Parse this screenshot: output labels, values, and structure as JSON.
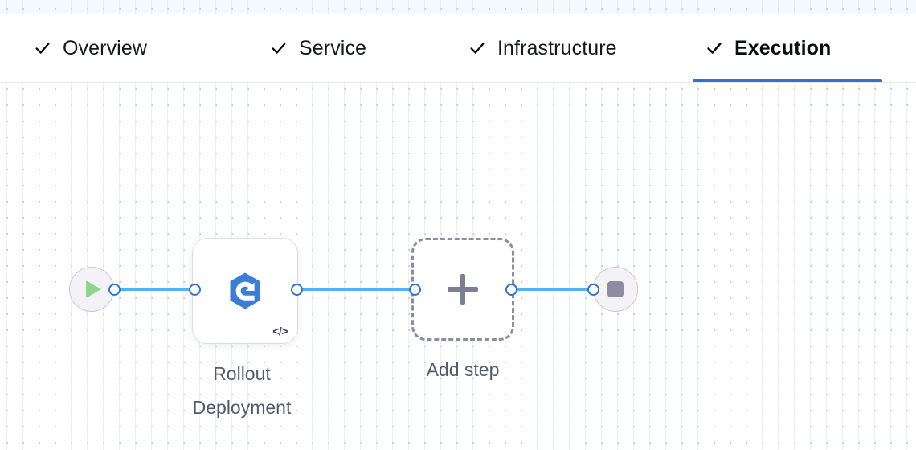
{
  "tabs": [
    {
      "label": "Overview",
      "icon": "check-icon",
      "active": false,
      "complete": true
    },
    {
      "label": "Service",
      "icon": "check-icon",
      "active": false,
      "complete": true
    },
    {
      "label": "Infrastructure",
      "icon": "check-icon",
      "active": false,
      "complete": true
    },
    {
      "label": "Execution",
      "icon": "check-icon",
      "active": true,
      "complete": true
    }
  ],
  "pipeline": {
    "start_node": {
      "name": "start-node",
      "icon": "play-icon"
    },
    "end_node": {
      "name": "end-node",
      "icon": "stop-icon"
    },
    "steps": [
      {
        "label": "Rollout\nDeployment",
        "icon": "rollout-deployment-icon",
        "badge": "</>",
        "badge_name": "code-badge-icon"
      }
    ],
    "add_step": {
      "label": "Add step",
      "icon": "plus-icon"
    }
  },
  "colors": {
    "accent": "#2e72d2",
    "edge": "#55b2f0",
    "node_icon_blue": "#3b7fd4",
    "start_play": "#8ed68a",
    "stop_square": "#8e8ca3",
    "label_text": "#525a6e",
    "dashed_border": "#8e8ca3",
    "tab_text": "#16181d",
    "canvas_dot": "#c3cbd6"
  }
}
